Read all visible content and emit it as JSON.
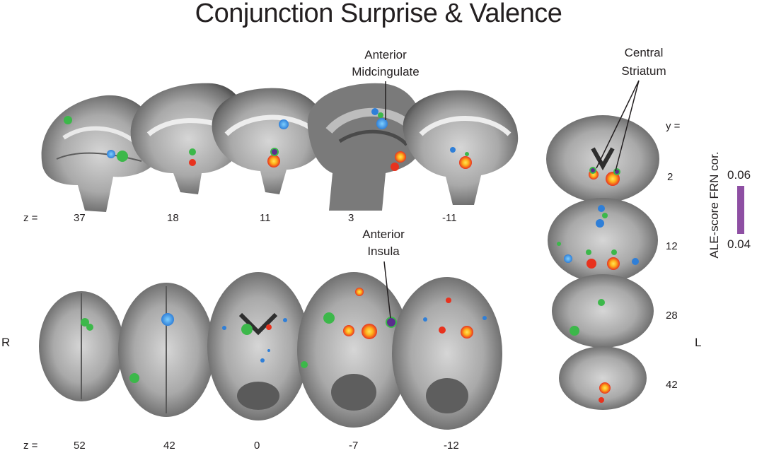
{
  "title": "Conjunction Surprise & Valence",
  "annotations": {
    "anterior_midcingulate": [
      "Anterior",
      "Midcingulate"
    ],
    "central_striatum": [
      "Central",
      "Striatum"
    ],
    "anterior_insula": [
      "Anterior",
      "Insula"
    ]
  },
  "sagittal_row": {
    "axis_label": "z =",
    "slice_values": [
      "37",
      "18",
      "11",
      "3",
      "-11"
    ]
  },
  "axial_row": {
    "axis_label": "z =",
    "slice_values": [
      "52",
      "42",
      "0",
      "-7",
      "-12"
    ]
  },
  "coronal_column": {
    "axis_label": "y =",
    "slice_values": [
      "2",
      "12",
      "28",
      "42"
    ]
  },
  "orientation": {
    "right": "R",
    "left": "L"
  },
  "colorbar": {
    "label": "ALE-score FRN cor.",
    "max": "0.06",
    "min": "0.04",
    "color": "#8e4fa3"
  },
  "colors": {
    "green": "#3cb84a",
    "blue": "#2f7fd8",
    "red": "#e8321e",
    "orange": "#ffb21c",
    "purple": "#5a2d8c"
  }
}
